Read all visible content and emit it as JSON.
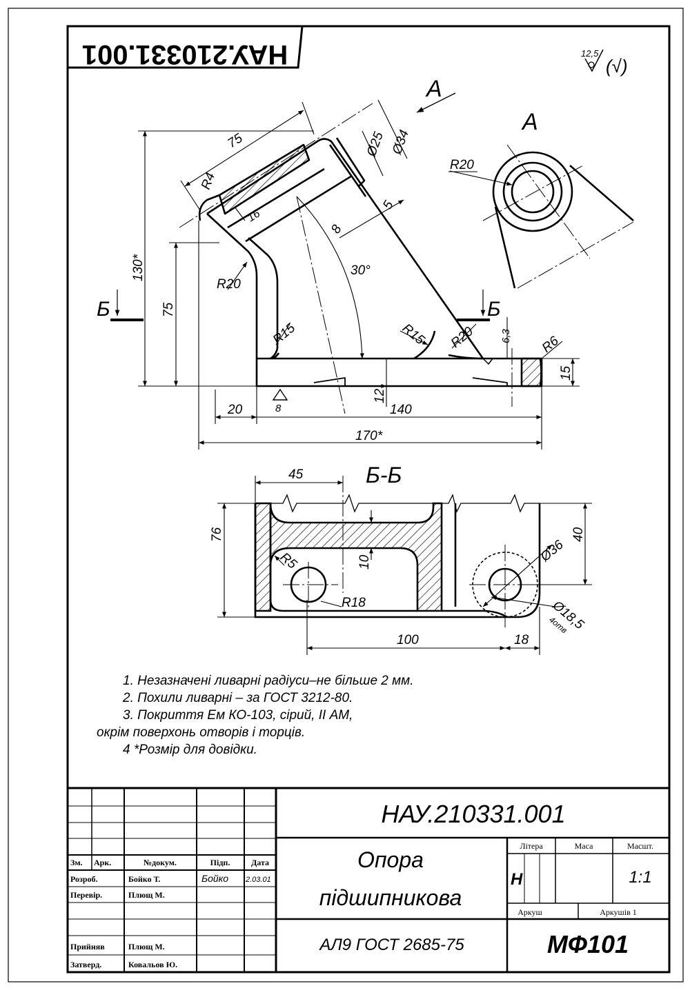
{
  "stamp_top": "НАУ.210331.001",
  "roughness": {
    "value": "12,5",
    "suffix": "(√)"
  },
  "views": {
    "view_a_arrow": "А",
    "view_a_title": "А",
    "section_mark": "Б",
    "section_title": "Б-Б"
  },
  "dims_main": {
    "d75_incline": "75",
    "r4": "R4",
    "d16": "16",
    "d25": "Ø25",
    "d34": "Ø34",
    "d5": "5",
    "d8": "8",
    "ang30": "30°",
    "r20_left": "R20",
    "r15_left": "R15",
    "r15_right": "R15",
    "r20_right": "R20",
    "r6": "R6",
    "d63": "6,3",
    "d15": "15",
    "d12": "12",
    "d130": "130*",
    "d75_vert": "75",
    "d20": "20",
    "d140": "140",
    "d170": "170*",
    "d8_base": "8",
    "r20_view": "R20"
  },
  "dims_section": {
    "d45": "45",
    "d76": "76",
    "d40": "40",
    "r5": "R5",
    "d10": "10",
    "r18": "R18",
    "d36": "Ø36",
    "d185": "Ø18,5",
    "holes": "4отв",
    "d100": "100",
    "d18": "18"
  },
  "notes": [
    "1. Незазначені ливарні радіуси–не більше 2 мм.",
    "2. Похили ливарні – за ГОСТ 3212-80.",
    "3.  Покриття  Ем  КО-103,  сірий,  ІІ  АМ,",
    "окрім поверхонь отворів і торців.",
    "4 *Розмір для довідки."
  ],
  "title_block": {
    "doc_number": "НАУ.210331.001",
    "name_line1": "Опора",
    "name_line2": "підшипникова",
    "material": "АЛ9 ГОСТ 2685-75",
    "group": "МФ101",
    "col_headers": {
      "zm": "Зм.",
      "ark": "Арк.",
      "ndoc": "№докум.",
      "pidp": "Підп.",
      "date": "Дата"
    },
    "roles": {
      "developed": "Розроб.",
      "developed_name": "Бойко Т.",
      "developed_date": "2.03.01",
      "signature": "Бойко",
      "checked": "Перевір.",
      "checked_name": "Плющ М.",
      "accepted": "Прийняв",
      "accepted_name": "Плющ М.",
      "approved": "Затверд.",
      "approved_name": "Ковальов Ю."
    },
    "litera_label": "Літера",
    "litera": "Н",
    "mass_label": "Маса",
    "scale_label": "Масшт.",
    "scale": "1:1",
    "sheet_label": "Аркуш",
    "sheets_label": "Аркушів 1"
  }
}
